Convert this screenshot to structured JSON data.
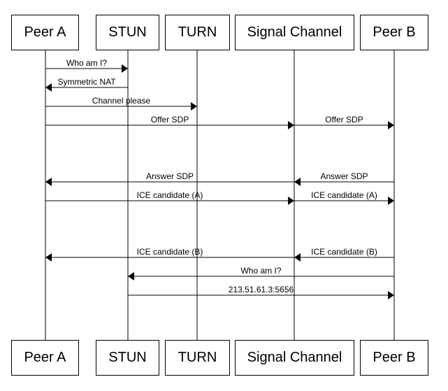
{
  "participants": [
    "Peer A",
    "STUN",
    "TURN",
    "Signal Channel",
    "Peer B"
  ],
  "messages": [
    {
      "from": 0,
      "to": 1,
      "label": "Who am I?"
    },
    {
      "from": 1,
      "to": 0,
      "label": "Symmetric NAT"
    },
    {
      "from": 0,
      "to": 2,
      "label": "Channel please"
    },
    {
      "from": 0,
      "to": 3,
      "label": "Offer SDP"
    },
    {
      "from": 3,
      "to": 4,
      "label": "Offer SDP"
    },
    {
      "from": 4,
      "to": 3,
      "label": "Answer SDP"
    },
    {
      "from": 3,
      "to": 0,
      "label": "Answer SDP"
    },
    {
      "from": 0,
      "to": 3,
      "label": "ICE candidate (A)"
    },
    {
      "from": 3,
      "to": 4,
      "label": "ICE candidate (A)"
    },
    {
      "from": 4,
      "to": 3,
      "label": "ICE candidate (B)"
    },
    {
      "from": 3,
      "to": 0,
      "label": "ICE candidate (B)"
    },
    {
      "from": 4,
      "to": 1,
      "label": "Who am I?"
    },
    {
      "from": 1,
      "to": 4,
      "label": "213.51.61.3:5656"
    }
  ]
}
